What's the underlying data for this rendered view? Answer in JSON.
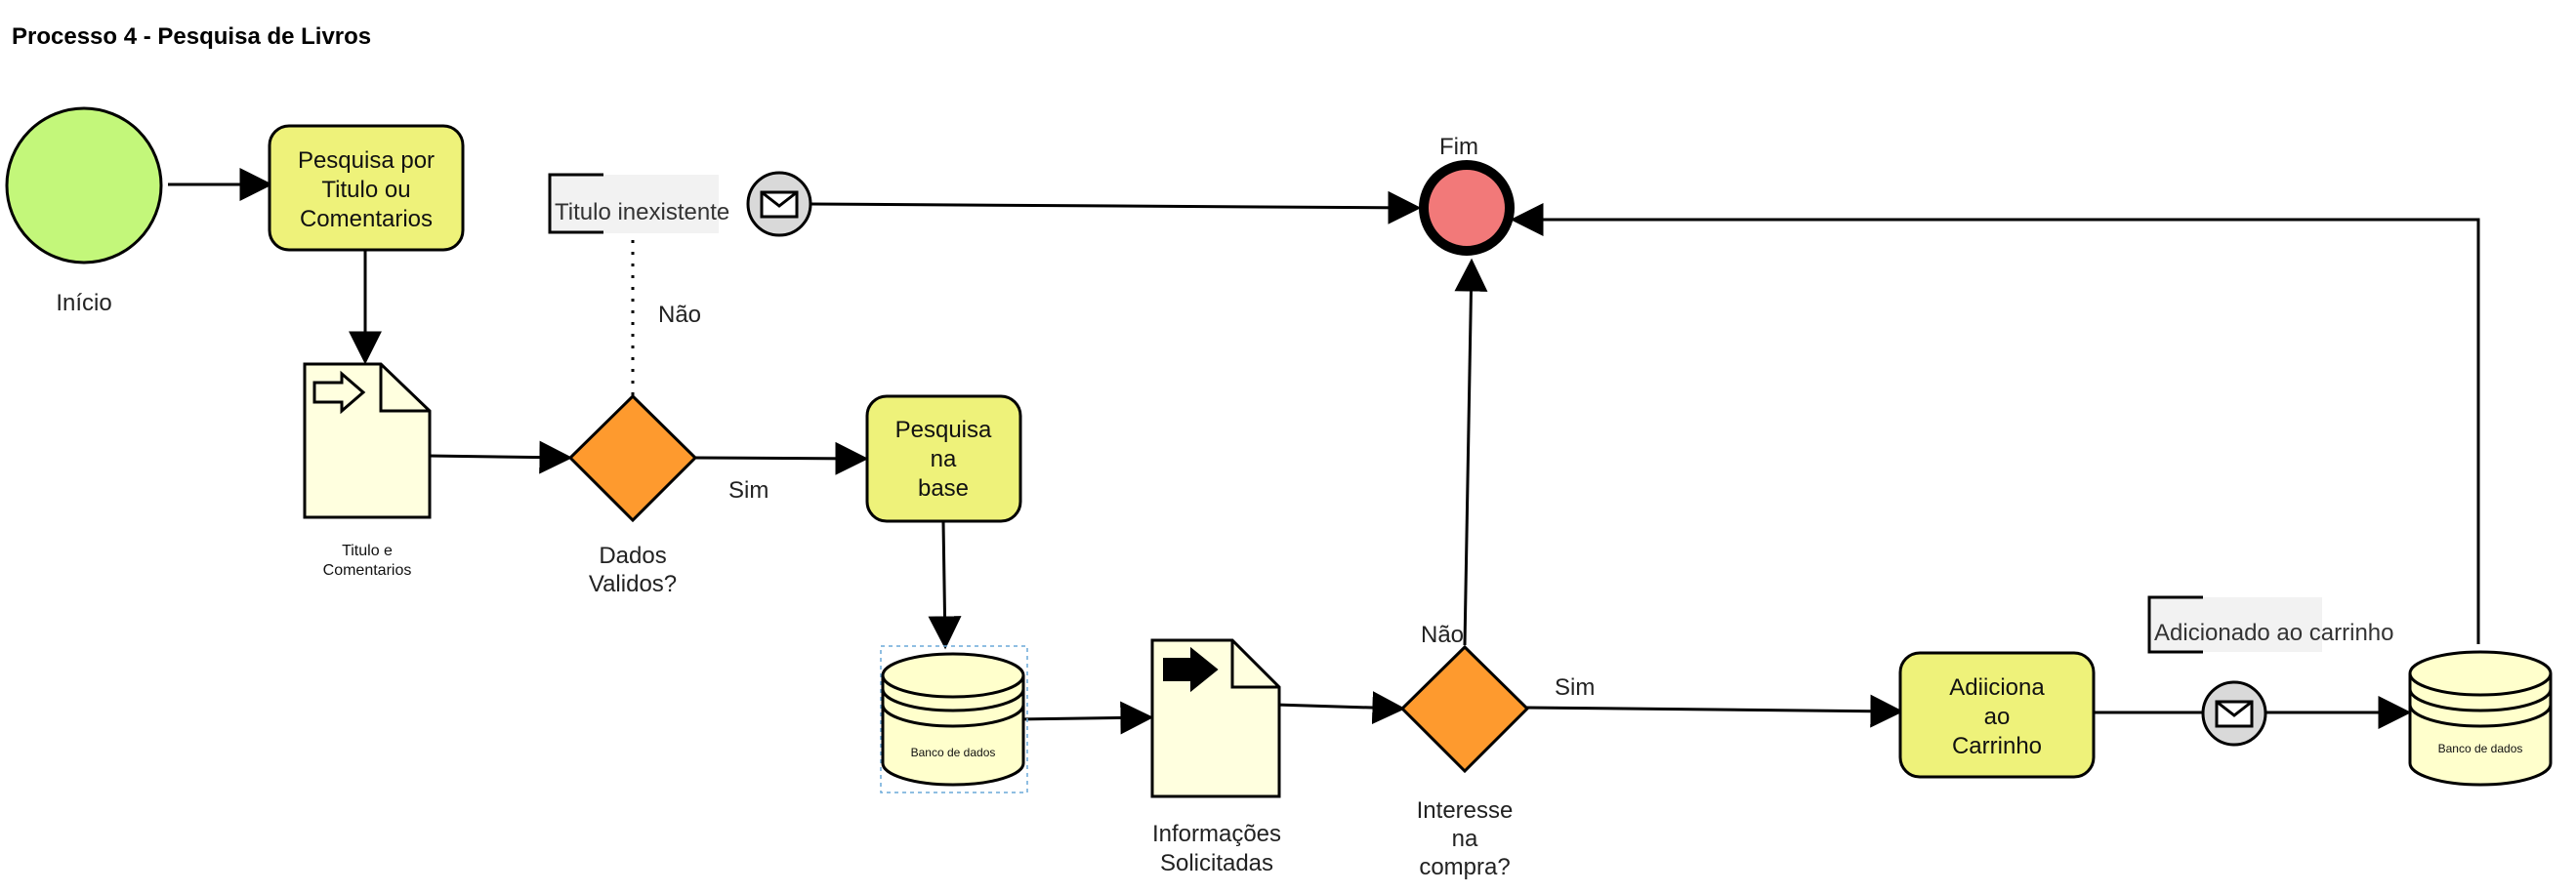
{
  "title": "Processo 4 - Pesquisa  de Livros",
  "colors": {
    "start": "#c3f77a",
    "end": "#f27979",
    "task": "#eef27a",
    "gateway": "#fe9a2e",
    "document": "#ffffdf",
    "database": "#ffffcc",
    "message": "#d9d9d9",
    "annotation_bg": "#f2f2f2",
    "stroke": "#000000"
  },
  "events": {
    "start_label": "Início",
    "end_label": "Fim"
  },
  "tasks": {
    "search_title": [
      "Pesquisa por",
      "Titulo ou",
      "Comentarios"
    ],
    "search_base": [
      "Pesquisa",
      "na",
      "base"
    ],
    "add_cart": [
      "Adiiciona",
      "ao",
      "Carrinho"
    ]
  },
  "documents": {
    "title_comments": [
      "Titulo e",
      "Comentarios"
    ],
    "requested_info": [
      "Informações",
      "Solicitadas"
    ]
  },
  "gateways": {
    "valid_data": [
      "Dados",
      "Validos?"
    ],
    "purchase_interest": [
      "Interesse",
      "na",
      "compra?"
    ]
  },
  "databases": {
    "db_label_1": "Banco de dados",
    "db_label_2": "Banco de dados"
  },
  "flow_labels": {
    "nao_1": "Não",
    "sim_1": "Sim",
    "nao_2": "Não",
    "sim_2": "Sim"
  },
  "annotations": {
    "title_missing": "Titulo inexistente",
    "added_to_cart": "Adicionado ao carrinho"
  },
  "icons": {
    "message": "envelope-icon",
    "document_input": "outlined-arrow-icon",
    "document_output": "filled-arrow-icon"
  }
}
